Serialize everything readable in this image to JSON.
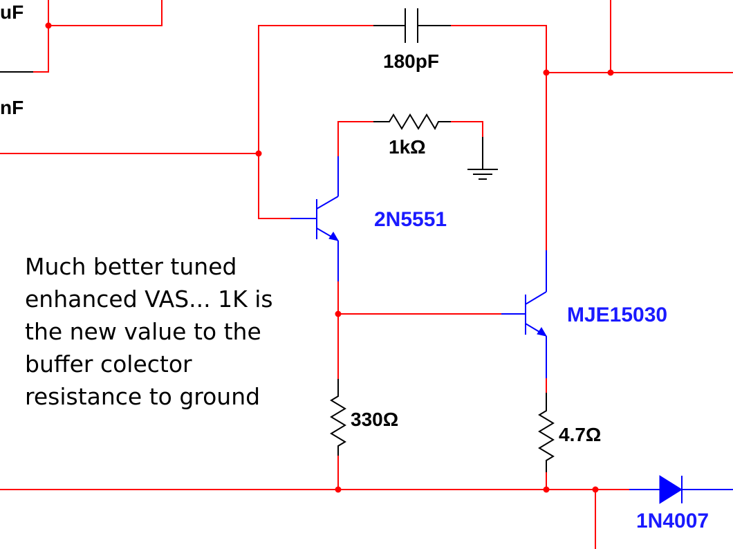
{
  "labels": {
    "c_top_partial": "uF",
    "c_left_partial": "nF",
    "c_feedback": "180pF",
    "r_buffer_collector": "1kΩ",
    "r_buffer_emitter": "330Ω",
    "r_vas_emitter": "4.7Ω"
  },
  "parts": {
    "buffer_transistor": "2N5551",
    "vas_transistor": "MJE15030",
    "diode": "1N4007"
  },
  "note": {
    "lines": [
      "Much better tuned",
      "enhanced VAS... 1K is",
      "the new value to the",
      "buffer colector",
      "resistance to ground"
    ]
  },
  "colors": {
    "wire": "#ff0000",
    "component": "#0000ff",
    "part_label": "#1a1aff",
    "text": "#000000",
    "background": "#ffffff"
  }
}
